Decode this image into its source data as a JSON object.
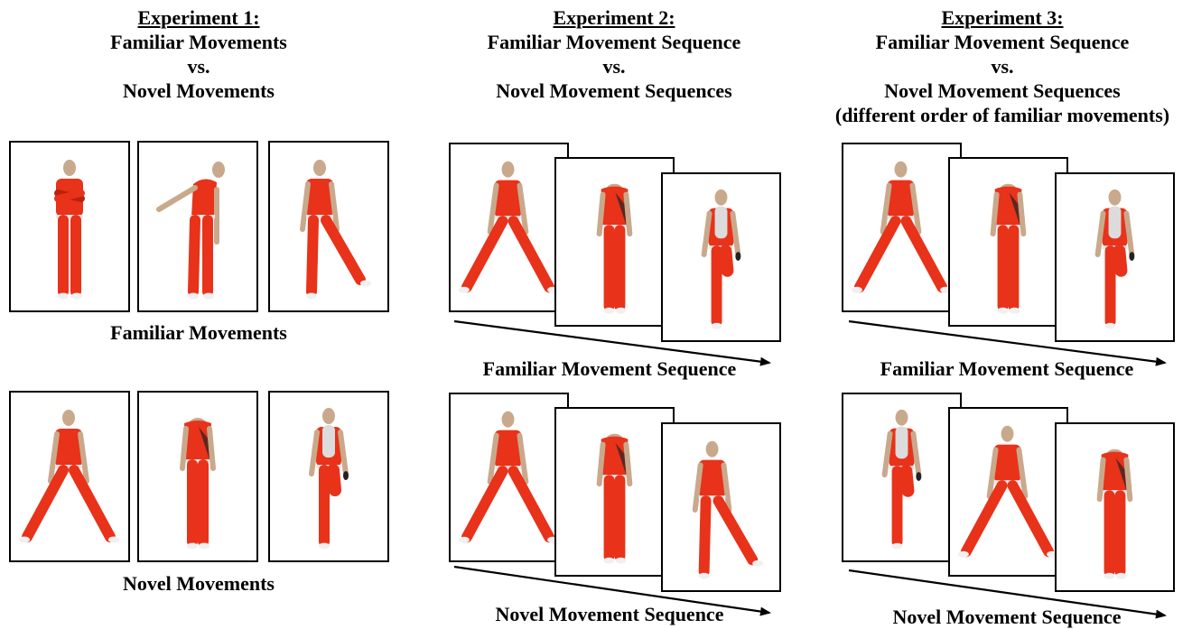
{
  "experiments": [
    {
      "heading": "Experiment 1:",
      "title_lines": [
        "Familiar Movements",
        "vs.",
        "Novel Movements"
      ],
      "rows": [
        {
          "caption": "Familiar Movements",
          "poses": [
            "arms-crossed",
            "side-bend",
            "leg-side-raise"
          ]
        },
        {
          "caption": "Novel Movements",
          "poses": [
            "straddle",
            "forward-bow",
            "knee-raise"
          ]
        }
      ]
    },
    {
      "heading": "Experiment 2:",
      "title_lines": [
        "Familiar Movement Sequence",
        "vs.",
        "Novel Movement Sequences"
      ],
      "rows": [
        {
          "caption": "Familiar Movement Sequence",
          "poses": [
            "straddle",
            "forward-bow",
            "knee-raise"
          ]
        },
        {
          "caption": "Novel Movement Sequence",
          "poses": [
            "straddle",
            "forward-bow",
            "leg-side-raise"
          ]
        }
      ]
    },
    {
      "heading": "Experiment 3:",
      "title_lines": [
        "Familiar Movement Sequence",
        "vs.",
        "Novel Movement Sequences",
        "(different order of familiar movements)"
      ],
      "rows": [
        {
          "caption": "Familiar Movement Sequence",
          "poses": [
            "straddle",
            "forward-bow",
            "knee-raise"
          ]
        },
        {
          "caption": "Novel Movement Sequence",
          "poses": [
            "knee-raise",
            "straddle",
            "forward-bow"
          ]
        }
      ]
    }
  ],
  "colors": {
    "suit": "#e8321a",
    "suit_shadow": "#b8220e",
    "skin": "#c9a98c",
    "belt": "#e8e8e8",
    "shoe": "#f0f0f0"
  }
}
